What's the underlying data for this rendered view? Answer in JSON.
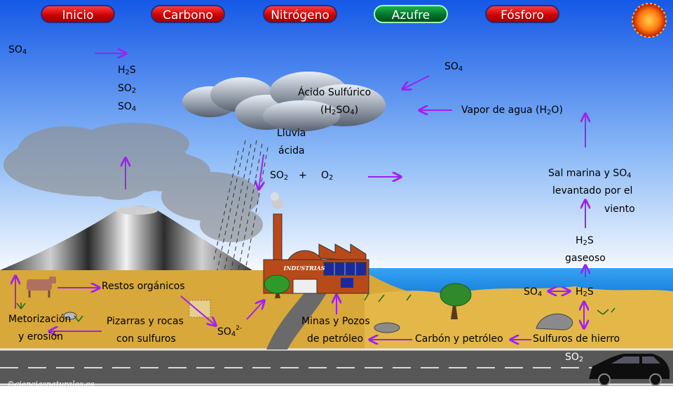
{
  "nav": {
    "inicio": "Inicio",
    "carbono": "Carbono",
    "nitrogeno": "Nitrógeno",
    "azufre": "Azufre",
    "fosforo": "Fósforo",
    "active": "Azufre"
  },
  "labels": {
    "so4_top_left": "SO4",
    "h2s_volcano": "H2S",
    "so2_volcano": "SO2",
    "so4_volcano": "SO4",
    "acido_sulfurico": "Ácido Sulfúrico",
    "acido_formula": "(H2SO4)",
    "so4_sky": "SO4",
    "vapor_agua": "Vapor de agua (H2O)",
    "lluvia": "Lluvia",
    "acida": "ácida",
    "so2_mid": "SO2",
    "plus": "+",
    "o2": "O2",
    "sal_marina_1": "Sal marina y SO4",
    "sal_marina_2": "levantado por el",
    "sal_marina_3": "viento",
    "h2s_gaseoso": "H2S",
    "gaseoso": "gaseoso",
    "so4_sea": "SO4",
    "h2s_sea": "H2S",
    "restos": "Restos orgánicos",
    "meteorizacion_1": "Metorización",
    "meteorizacion_2": "y erosión",
    "pizarras_1": "Pizarras y rocas",
    "pizarras_2": "con sulfuros",
    "so4_ion": "SO4",
    "so4_ion_charge": "2-",
    "minas_1": "Minas y Pozos",
    "minas_2": "de petróleo",
    "carbon": "Carbón y petróleo",
    "sulfuros": "Sulfuros de hierro",
    "so2_car": "SO2",
    "industrias": "INDUSTRIAS"
  },
  "credit": "©cienciasnaturales.es",
  "colors": {
    "arrow": "#a020f0",
    "sky_top": "#1560e8",
    "sky_bottom": "#ffffff",
    "ground": "#d6a73a",
    "sea": "#1f8de8",
    "road": "#555555",
    "nav_red": "#d00000",
    "nav_green": "#00802b"
  },
  "icons": [
    "sun-icon",
    "cow-icon",
    "tree-icon",
    "car-icon",
    "factory-icon",
    "rock-icon",
    "volcano-icon",
    "cloud-icon"
  ]
}
